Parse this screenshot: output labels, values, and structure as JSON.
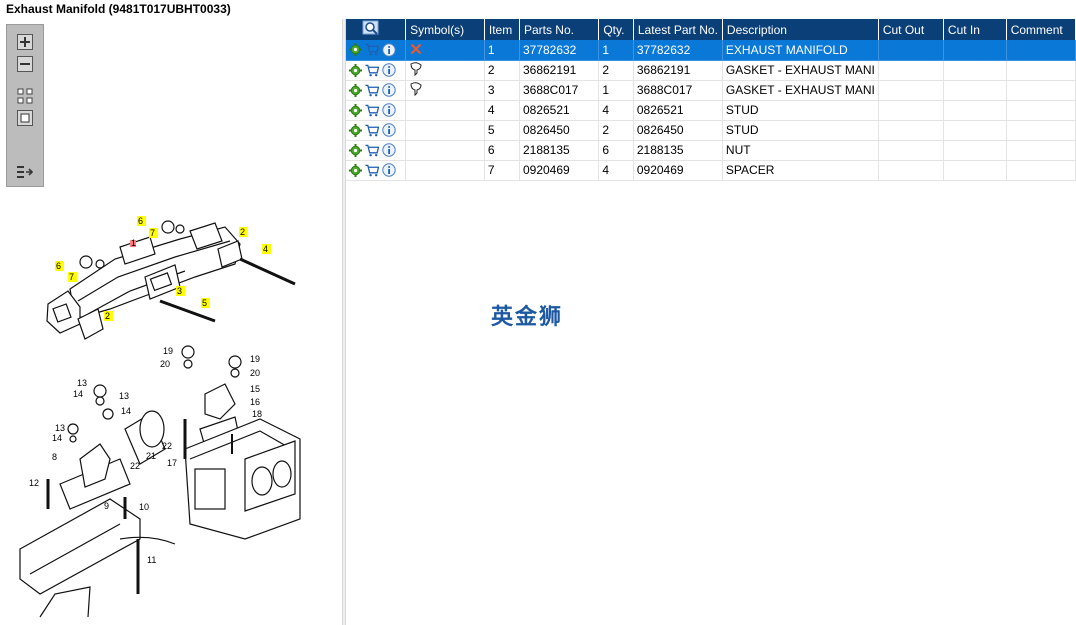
{
  "window": {
    "title": "Exhaust Manifold (9481T017UBHT0033)"
  },
  "toolbar": {
    "buttons": [
      "zoom-in",
      "zoom-out",
      "fit-all",
      "fit-window",
      "export"
    ]
  },
  "table": {
    "columns": [
      "",
      "Symbol(s)",
      "Item",
      "Parts No.",
      "Qty.",
      "Latest Part No.",
      "Description",
      "Cut Out",
      "Cut In",
      "Comment"
    ],
    "rows": [
      {
        "item": "1",
        "part_no": "37782632",
        "qty": "1",
        "latest": "37782632",
        "desc": "EXHAUST MANIFOLD",
        "cut_out": "",
        "cut_in": "",
        "comment": "",
        "symbol": "x-icon",
        "selected": true
      },
      {
        "item": "2",
        "part_no": "36862191",
        "qty": "2",
        "latest": "36862191",
        "desc": "GASKET - EXHAUST MANI",
        "cut_out": "",
        "cut_in": "",
        "comment": "",
        "symbol": "note-icon",
        "selected": false
      },
      {
        "item": "3",
        "part_no": "3688C017",
        "qty": "1",
        "latest": "3688C017",
        "desc": "GASKET - EXHAUST MANI",
        "cut_out": "",
        "cut_in": "",
        "comment": "",
        "symbol": "note-icon",
        "selected": false
      },
      {
        "item": "4",
        "part_no": "0826521",
        "qty": "4",
        "latest": "0826521",
        "desc": "STUD",
        "cut_out": "",
        "cut_in": "",
        "comment": "",
        "symbol": "",
        "selected": false
      },
      {
        "item": "5",
        "part_no": "0826450",
        "qty": "2",
        "latest": "0826450",
        "desc": "STUD",
        "cut_out": "",
        "cut_in": "",
        "comment": "",
        "symbol": "",
        "selected": false
      },
      {
        "item": "6",
        "part_no": "2188135",
        "qty": "6",
        "latest": "2188135",
        "desc": "NUT",
        "cut_out": "",
        "cut_in": "",
        "comment": "",
        "symbol": "",
        "selected": false
      },
      {
        "item": "7",
        "part_no": "0920469",
        "qty": "4",
        "latest": "0920469",
        "desc": "SPACER",
        "cut_out": "",
        "cut_in": "",
        "comment": "",
        "symbol": "",
        "selected": false
      }
    ]
  },
  "diagram": {
    "callouts_top": [
      "1",
      "2",
      "2",
      "3",
      "4",
      "5",
      "6",
      "6",
      "7",
      "7"
    ],
    "callouts_bottom": [
      "8",
      "9",
      "10",
      "11",
      "12",
      "13",
      "13",
      "13",
      "14",
      "14",
      "14",
      "15",
      "16",
      "17",
      "18",
      "19",
      "19",
      "20",
      "20",
      "21",
      "22",
      "22"
    ]
  },
  "watermark": "英金狮",
  "colors": {
    "header": "#0b3f78",
    "selected_row": "#0a78d7",
    "callout_yellow": "#ffff00",
    "callout_red": "#ff7f7f"
  }
}
